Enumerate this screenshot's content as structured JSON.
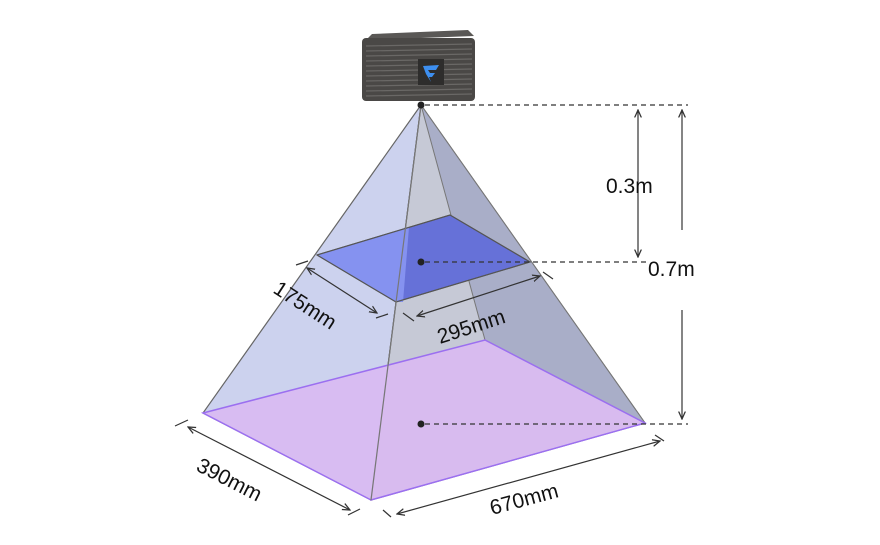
{
  "diagram": {
    "title": "Camera field of view pyramid",
    "near_distance": "0.3m",
    "far_distance": "0.7m",
    "near_width": "175mm",
    "near_length": "295mm",
    "far_width": "390mm",
    "far_length": "670mm",
    "colors": {
      "near_plane": "#7480e6",
      "far_plane": "#d9b9f2",
      "far_edge": "#9b6ff0",
      "camera_logo": "#3d8ff0"
    }
  }
}
